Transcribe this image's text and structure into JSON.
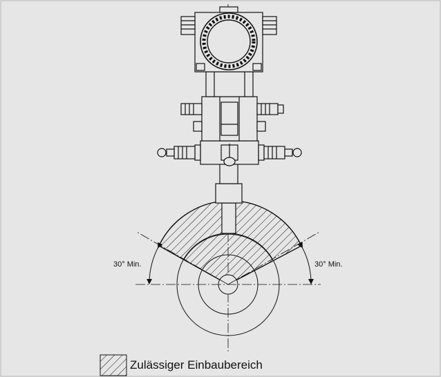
{
  "angle_labels": {
    "left": "30° Min.",
    "right": "30° Min."
  },
  "legend": {
    "label": "Zulässiger Einbaubereich"
  },
  "colors": {
    "background": "#e6e6e6",
    "line": "#111111"
  }
}
